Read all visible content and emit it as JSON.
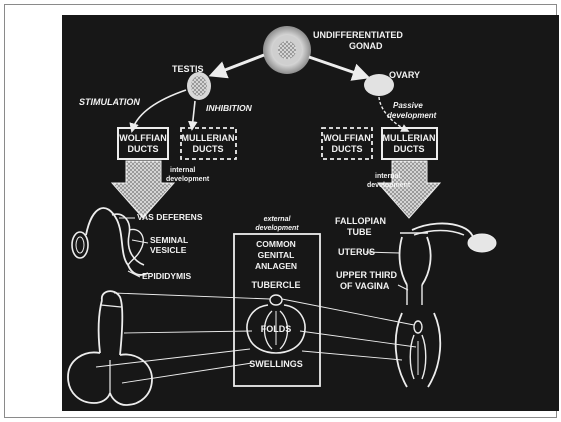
{
  "diagram": {
    "gonad": [
      "UNDIFFERENTIATED",
      "GONAD"
    ],
    "testis": "TESTIS",
    "ovary": "OVARY",
    "stimulation": "STIMULATION",
    "inhibition": "INHIBITION",
    "passive": [
      "Passive",
      "development"
    ],
    "wolffian_left": [
      "WOLFFIAN",
      "DUCTS"
    ],
    "mullerian_left": [
      "MULLERIAN",
      "DUCTS"
    ],
    "wolffian_right": [
      "WOLFFIAN",
      "DUCTS"
    ],
    "mullerian_right": [
      "MULLERIAN",
      "DUCTS"
    ],
    "internal_left": [
      "internal",
      "development"
    ],
    "internal_right": [
      "internal",
      "development"
    ],
    "vas_deferens": "VAS DEFERENS",
    "seminal": [
      "SEMINAL",
      "VESICLE"
    ],
    "epididymis": "EPIDIDYMIS",
    "external": [
      "external",
      "development"
    ],
    "genital": [
      "COMMON",
      "GENITAL",
      "ANLAGEN"
    ],
    "tubercle": "TUBERCLE",
    "folds": "FOLDS",
    "swellings": "SWELLINGS",
    "fallopian": [
      "FALLOPIAN",
      "TUBE"
    ],
    "uterus": "UTERUS",
    "vagina": [
      "UPPER THIRD",
      "OF  VAGINA"
    ]
  }
}
